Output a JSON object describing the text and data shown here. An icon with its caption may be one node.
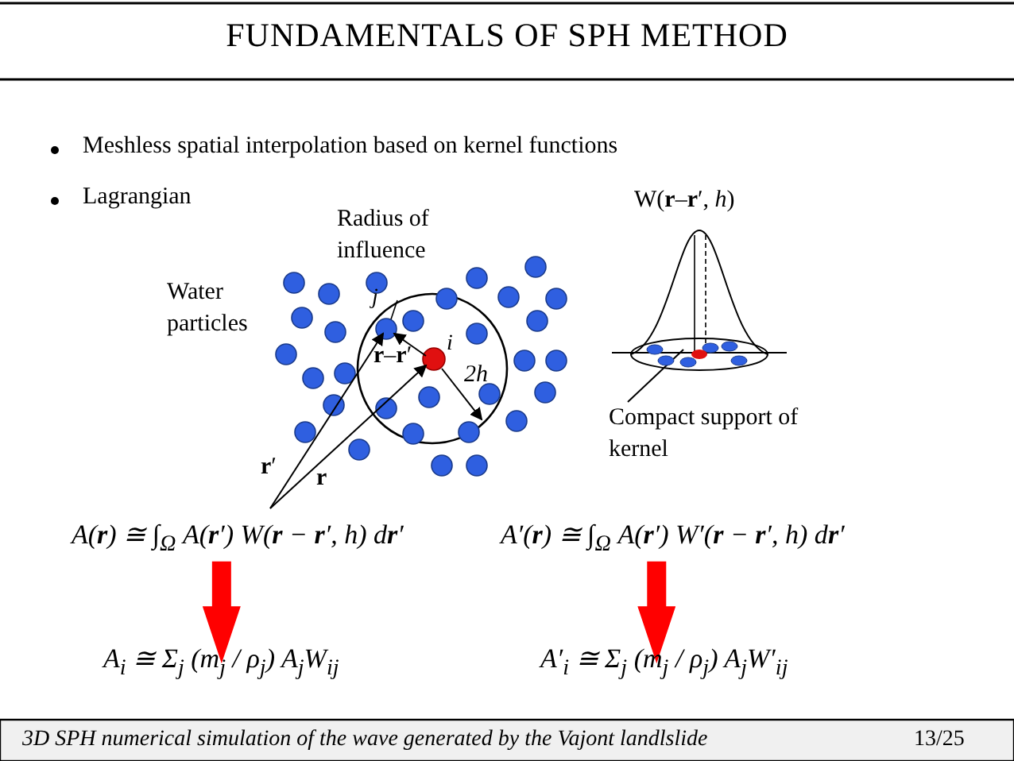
{
  "diagram": {
    "title": "FUNDAMENTALS OF SPH METHOD",
    "nodes": [
      {
        "text": [
          "A(**r**) ≅ ∫$_{Ω}$ A(**r**′) W(**r** − **r**′, h) d**r**′"
        ]
      },
      {
        "text": [
          "A$_{i}$ ≅ Σ$_{j}$ (m$_{j}$ / ρ$_{j}$) A$_{j}$W$_{ij}$"
        ]
      },
      {
        "text": [
          "A′(**r**) ≅ ∫$_{Ω}$ A(**r**′) W′(**r** − **r**′, h) d**r**′"
        ]
      },
      {
        "text": [
          "A′$_{i}$ ≅ Σ$_{j}$ (m$_{j}$ / ρ$_{j}$) A$_{j}$W′$_{ij}$"
        ]
      },
      {
        "text": [
          "W(**r**–**r**′, *h*)"
        ]
      },
      {
        "text": [
          "Compact support of kernel"
        ]
      }
    ],
    "edges": [
      {
        "from": 0,
        "to": 1,
        "arrow": "to"
      },
      {
        "from": 2,
        "to": 3,
        "arrow": "to"
      },
      {
        "from": 5,
        "to": 4,
        "arrow": "none",
        "color": "#000000"
      }
    ],
    "labels": [
      "Meshless spatial interpolation based on kernel functions",
      "Lagrangian",
      "Radius of influence",
      "Water particles",
      "j",
      "i",
      "**r**–**r**′",
      "2h",
      "**r**′",
      "**r**",
      "3D SPH numerical simulation of the wave generated by the Vajont landlslide",
      "13/25"
    ]
  }
}
